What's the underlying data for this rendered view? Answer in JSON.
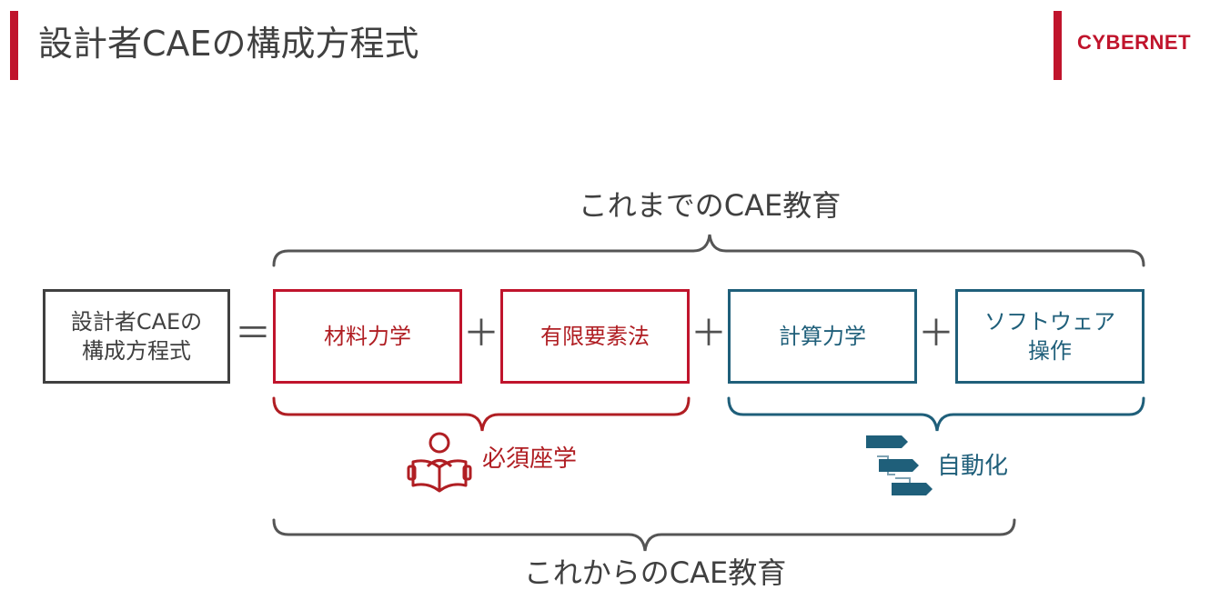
{
  "page": {
    "title": "設計者CAEの構成方程式"
  },
  "logo": {
    "text": "CYBERNET"
  },
  "diagram": {
    "top_caption": "これまでのCAE教育",
    "bottom_caption": "これからのCAE教育",
    "equation_label_line1": "設計者CAEの",
    "equation_label_line2": "構成方程式",
    "equals_sign": "＝",
    "plus_sign": "＋",
    "boxes": [
      {
        "line1": "材料力学",
        "line2": ""
      },
      {
        "line1": "有限要素法",
        "line2": ""
      },
      {
        "line1": "計算力学",
        "line2": ""
      },
      {
        "line1": "ソフトウェア",
        "line2": "操作"
      }
    ],
    "group_labels": {
      "required": "必須座学",
      "automation": "自動化"
    },
    "icons": {
      "required": "reading-person-icon",
      "automation": "workflow-steps-icon"
    }
  },
  "colors": {
    "accent_red": "#c0142c",
    "text_red": "#b01e23",
    "accent_blue": "#1f5f7a",
    "text_gray": "#404040"
  }
}
